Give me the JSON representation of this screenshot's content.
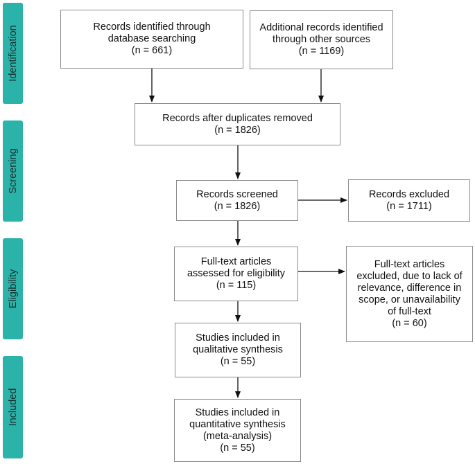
{
  "phases": [
    {
      "id": "identification",
      "label": "Identification"
    },
    {
      "id": "screening",
      "label": "Screening"
    },
    {
      "id": "eligibility",
      "label": "Eligibility"
    },
    {
      "id": "included",
      "label": "Included"
    }
  ],
  "boxes": {
    "db_search": {
      "lines": [
        "Records identified through",
        "database searching",
        "(n = 661)"
      ]
    },
    "other_sources": {
      "lines": [
        "Additional records identified",
        "through other sources",
        "(n = 1169)"
      ]
    },
    "after_duplicates": {
      "lines": [
        "Records after duplicates removed",
        "(n = 1826)"
      ]
    },
    "screened": {
      "lines": [
        "Records screened",
        "(n = 1826)"
      ]
    },
    "excluded": {
      "lines": [
        "Records excluded",
        "(n = 1711)"
      ]
    },
    "fulltext_assessed": {
      "lines": [
        "Full-text articles",
        "assessed for eligibility",
        "(n = 115)"
      ]
    },
    "fulltext_excluded": {
      "lines": [
        "Full-text articles",
        "excluded, due to lack of",
        "relevance, difference in",
        "scope, or unavailability",
        "of full-text",
        "(n = 60)"
      ]
    },
    "qualitative": {
      "lines": [
        "Studies included in",
        "qualitative synthesis",
        "(n = 55)"
      ]
    },
    "quantitative": {
      "lines": [
        "Studies included in",
        "quantitative synthesis",
        "(meta-analysis)",
        "(n = 55)"
      ]
    }
  }
}
